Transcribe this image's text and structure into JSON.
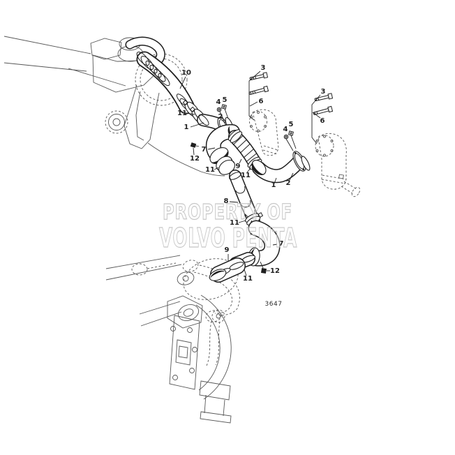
{
  "figure": {
    "number": "3647"
  },
  "watermark": {
    "line1": "PROPERTY OF",
    "line2": "VOLVO PENTA"
  },
  "callouts": [
    {
      "label": "10"
    },
    {
      "label": "11"
    },
    {
      "label": "1"
    },
    {
      "label": "2"
    },
    {
      "label": "4"
    },
    {
      "label": "5"
    },
    {
      "label": "3"
    },
    {
      "label": "6"
    },
    {
      "label": "3"
    },
    {
      "label": "6"
    },
    {
      "label": "4"
    },
    {
      "label": "5"
    },
    {
      "label": "7"
    },
    {
      "label": "12"
    },
    {
      "label": "11"
    },
    {
      "label": "9"
    },
    {
      "label": "11"
    },
    {
      "label": "1"
    },
    {
      "label": "2"
    },
    {
      "label": "8"
    },
    {
      "label": "11"
    },
    {
      "label": "7"
    },
    {
      "label": "9"
    },
    {
      "label": "12"
    },
    {
      "label": "11"
    }
  ],
  "colors": {
    "ink": "#1f1f1f",
    "ghost_lines": "#565656",
    "watermark": "#bdbdbd",
    "background": "#ffffff"
  }
}
